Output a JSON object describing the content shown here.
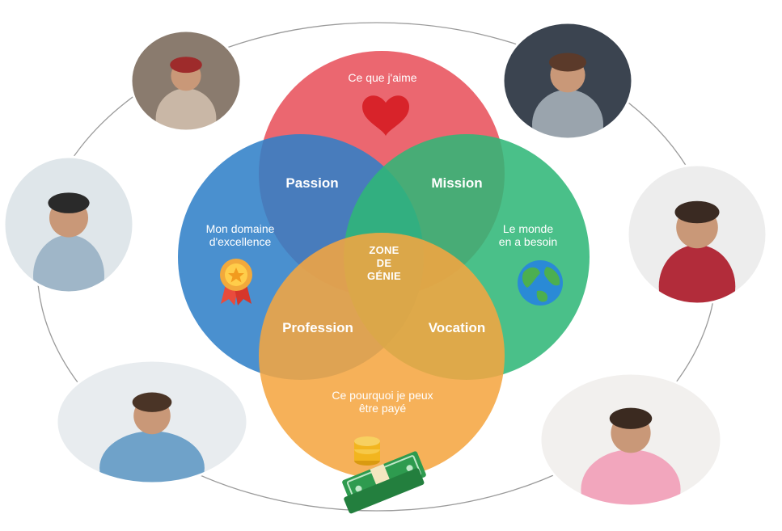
{
  "diagram": {
    "top_circle": {
      "label": "Ce que j'aime",
      "color": "#e8505b",
      "icon": "heart-icon"
    },
    "left_circle": {
      "label_line1": "Mon domaine",
      "label_line2": "d'excellence",
      "color": "#2f80c8",
      "icon": "award-ribbon-icon"
    },
    "right_circle": {
      "label_line1": "Le monde",
      "label_line2": "en a besoin",
      "color": "#2fb777",
      "icon": "earth-globe-icon"
    },
    "bottom_circle": {
      "label_line1": "Ce pourquoi je peux",
      "label_line2": "être payé",
      "color": "#f5a540",
      "icon": "money-stack-icon"
    },
    "overlaps": {
      "passion": "Passion",
      "mission": "Mission",
      "profession": "Profession",
      "vocation": "Vocation"
    },
    "center": {
      "line1": "ZONE",
      "line2": "DE",
      "line3": "GÉNIE"
    }
  },
  "photos": [
    {
      "name": "photo-woman-smiling-outdoors",
      "palette": [
        "#8a7b6e",
        "#c9b7a6",
        "#9e2b2b"
      ]
    },
    {
      "name": "photo-student-with-backpack",
      "palette": [
        "#dfe6ea",
        "#9fb6c8",
        "#2a2a2a"
      ]
    },
    {
      "name": "photo-designer-at-desk",
      "palette": [
        "#e8ecef",
        "#6fa2c9",
        "#4a3426"
      ]
    },
    {
      "name": "photo-chef-cooking",
      "palette": [
        "#3b4450",
        "#9aa4ad",
        "#5b3a2a"
      ]
    },
    {
      "name": "photo-woman-with-blueprints",
      "palette": [
        "#ededed",
        "#b22c3a",
        "#3a2a22"
      ]
    },
    {
      "name": "photo-woman-on-laptop",
      "palette": [
        "#f2f0ee",
        "#f2a6bd",
        "#3b2a20"
      ]
    }
  ]
}
